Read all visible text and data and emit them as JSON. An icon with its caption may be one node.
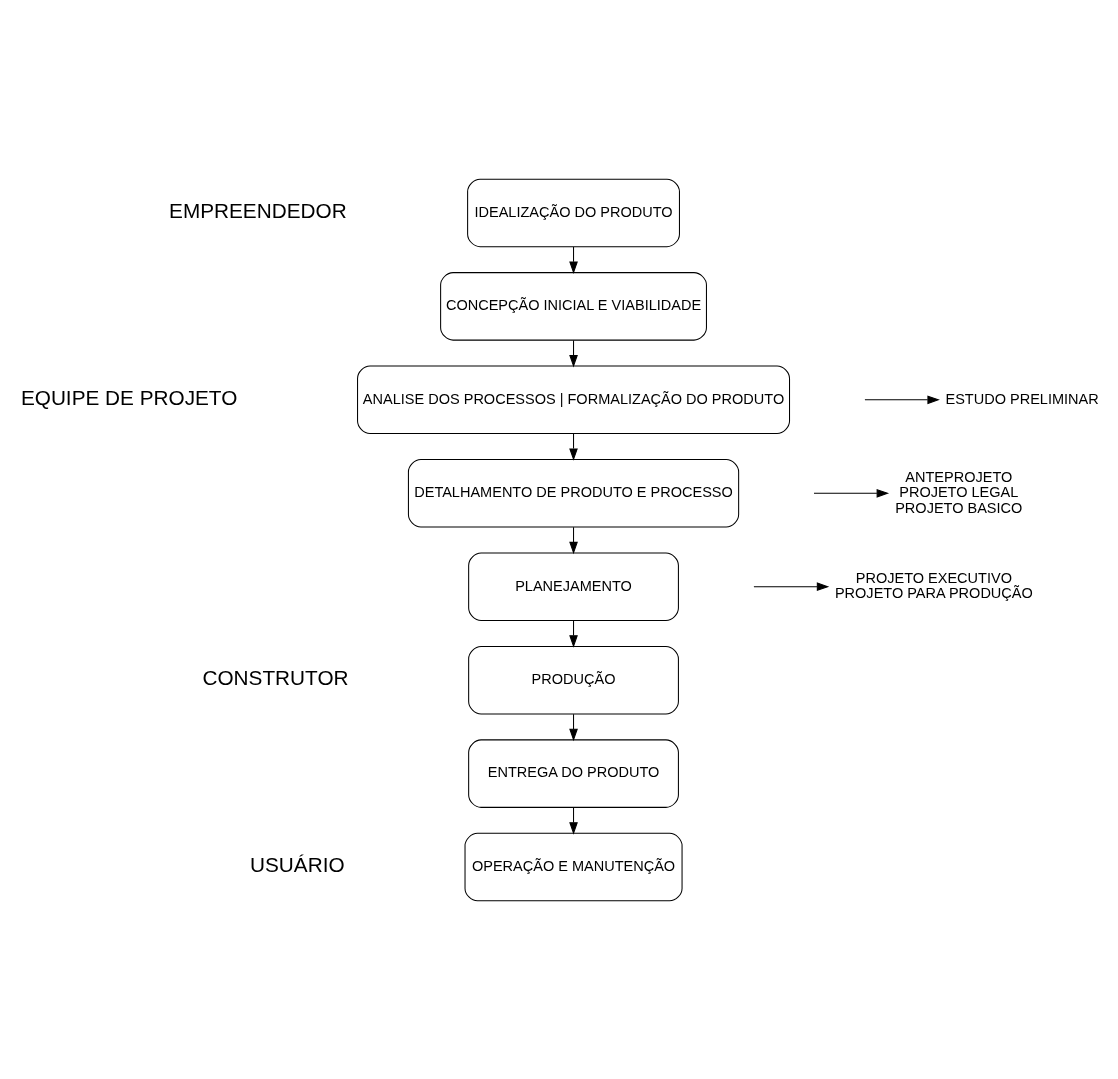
{
  "diagram": {
    "nodes": [
      {
        "text": [
          "IDEALIZAÇÃO DO PRODUTO"
        ]
      },
      {
        "text": [
          "CONCEPÇÃO INICIAL E VIABILIDADE"
        ]
      },
      {
        "text": [
          "ANALISE DOS PROCESSOS | FORMALIZAÇÃO DO PRODUTO"
        ]
      },
      {
        "text": [
          "DETALHAMENTO DE PRODUTO E PROCESSO"
        ]
      },
      {
        "text": [
          "PLANEJAMENTO"
        ]
      },
      {
        "text": [
          "PRODUÇÃO"
        ]
      },
      {
        "text": [
          "ENTREGA DO PRODUTO"
        ]
      },
      {
        "text": [
          "OPERAÇÃO E MANUTENÇÃO"
        ]
      },
      {
        "text": [
          "ESTUDO PRELIMINAR"
        ]
      },
      {
        "text": [
          "ANTEPROJETO",
          "PROJETO LEGAL",
          "PROJETO BASICO"
        ]
      },
      {
        "text": [
          "PROJETO EXECUTIVO",
          "PROJETO PARA PRODUÇÃO"
        ]
      }
    ],
    "edges": [
      {
        "from": 0,
        "to": 1,
        "arrow": "to"
      },
      {
        "from": 1,
        "to": 2,
        "arrow": "to"
      },
      {
        "from": 2,
        "to": 3,
        "arrow": "to"
      },
      {
        "from": 3,
        "to": 4,
        "arrow": "to"
      },
      {
        "from": 4,
        "to": 5,
        "arrow": "to"
      },
      {
        "from": 5,
        "to": 6,
        "arrow": "to"
      },
      {
        "from": 6,
        "to": 7,
        "arrow": "to"
      },
      {
        "from": null,
        "to": 8,
        "arrow": "to"
      },
      {
        "from": null,
        "to": 9,
        "arrow": "to"
      },
      {
        "from": null,
        "to": 10,
        "arrow": "to"
      }
    ],
    "labels": [
      "EMPREENDEDOR",
      "EQUIPE DE PROJETO",
      "CONSTRUTOR",
      "USUÁRIO"
    ]
  }
}
